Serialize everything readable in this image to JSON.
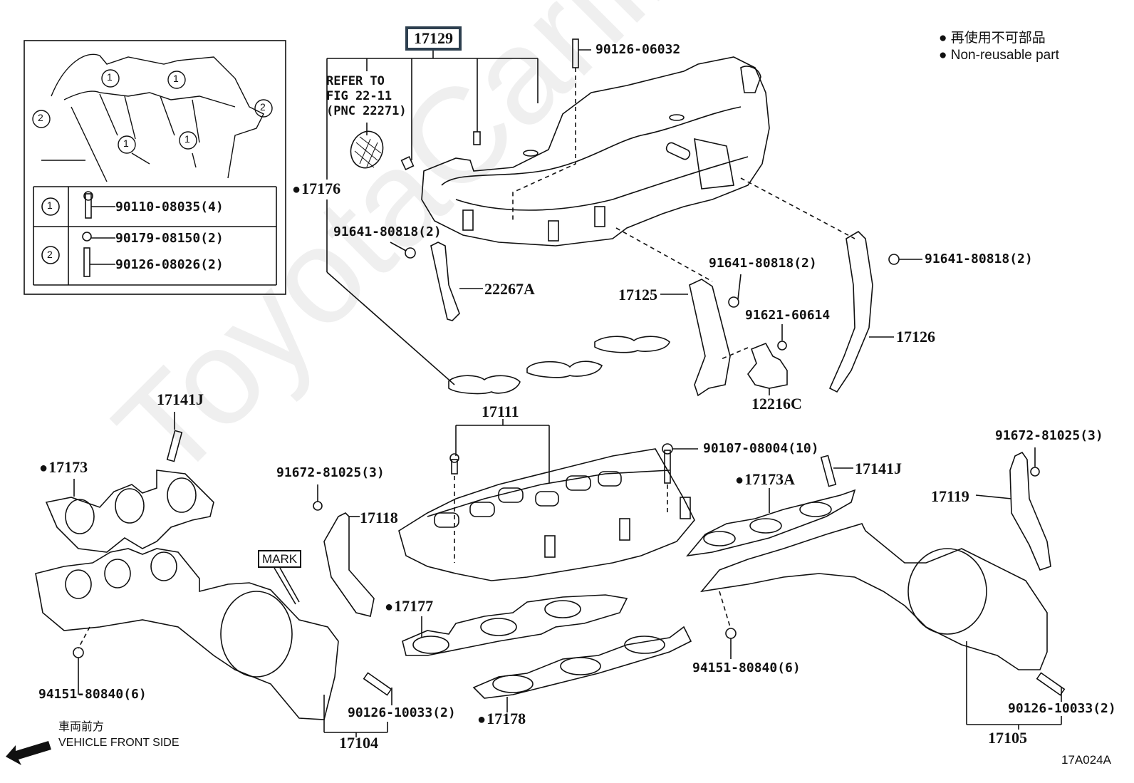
{
  "watermark": "ToyotaCarline.ru",
  "legend": {
    "jp": "再使用不可部品",
    "en": "Non-reusable part"
  },
  "figure_code": "17A024A",
  "front_indicator": {
    "jp": "車両前方",
    "en": "VEHICLE FRONT SIDE"
  },
  "inset": {
    "callouts": [
      "1",
      "1",
      "1",
      "1",
      "2",
      "2"
    ],
    "table": [
      {
        "key": "1",
        "parts": [
          "90110-08035(4)"
        ]
      },
      {
        "key": "2",
        "parts": [
          "90179-08150(2)",
          "90126-08026(2)"
        ]
      }
    ]
  },
  "parts": {
    "p17129": "17129",
    "refer": [
      "REFER TO",
      "FIG 22-11",
      "(PNC 22271)"
    ],
    "p90126_06032": "90126-06032",
    "p17176": "17176",
    "p91641_a": "91641-80818(2)",
    "p22267A": "22267A",
    "p17125": "17125",
    "p91641_b": "91641-80818(2)",
    "p91641_c": "91641-80818(2)",
    "p91621": "91621-60614",
    "p17126": "17126",
    "p12216C": "12216C",
    "p17111": "17111",
    "p17141J_a": "17141J",
    "p17173": "17173",
    "p90107": "90107-08004(10)",
    "p17141J_b": "17141J",
    "p17173A": "17173A",
    "p91672_a": "91672-81025(3)",
    "p17118": "17118",
    "p91672_b": "91672-81025(3)",
    "p17119": "17119",
    "mark": "MARK",
    "p17177": "17177",
    "p94151_a": "94151-80840(6)",
    "p94151_b": "94151-80840(6)",
    "p90126_10033_a": "90126-10033(2)",
    "p17104": "17104",
    "p17178": "17178",
    "p90126_10033_b": "90126-10033(2)",
    "p17105": "17105"
  },
  "non_reusable": [
    "17176",
    "17173",
    "17173A",
    "17177",
    "17178"
  ]
}
